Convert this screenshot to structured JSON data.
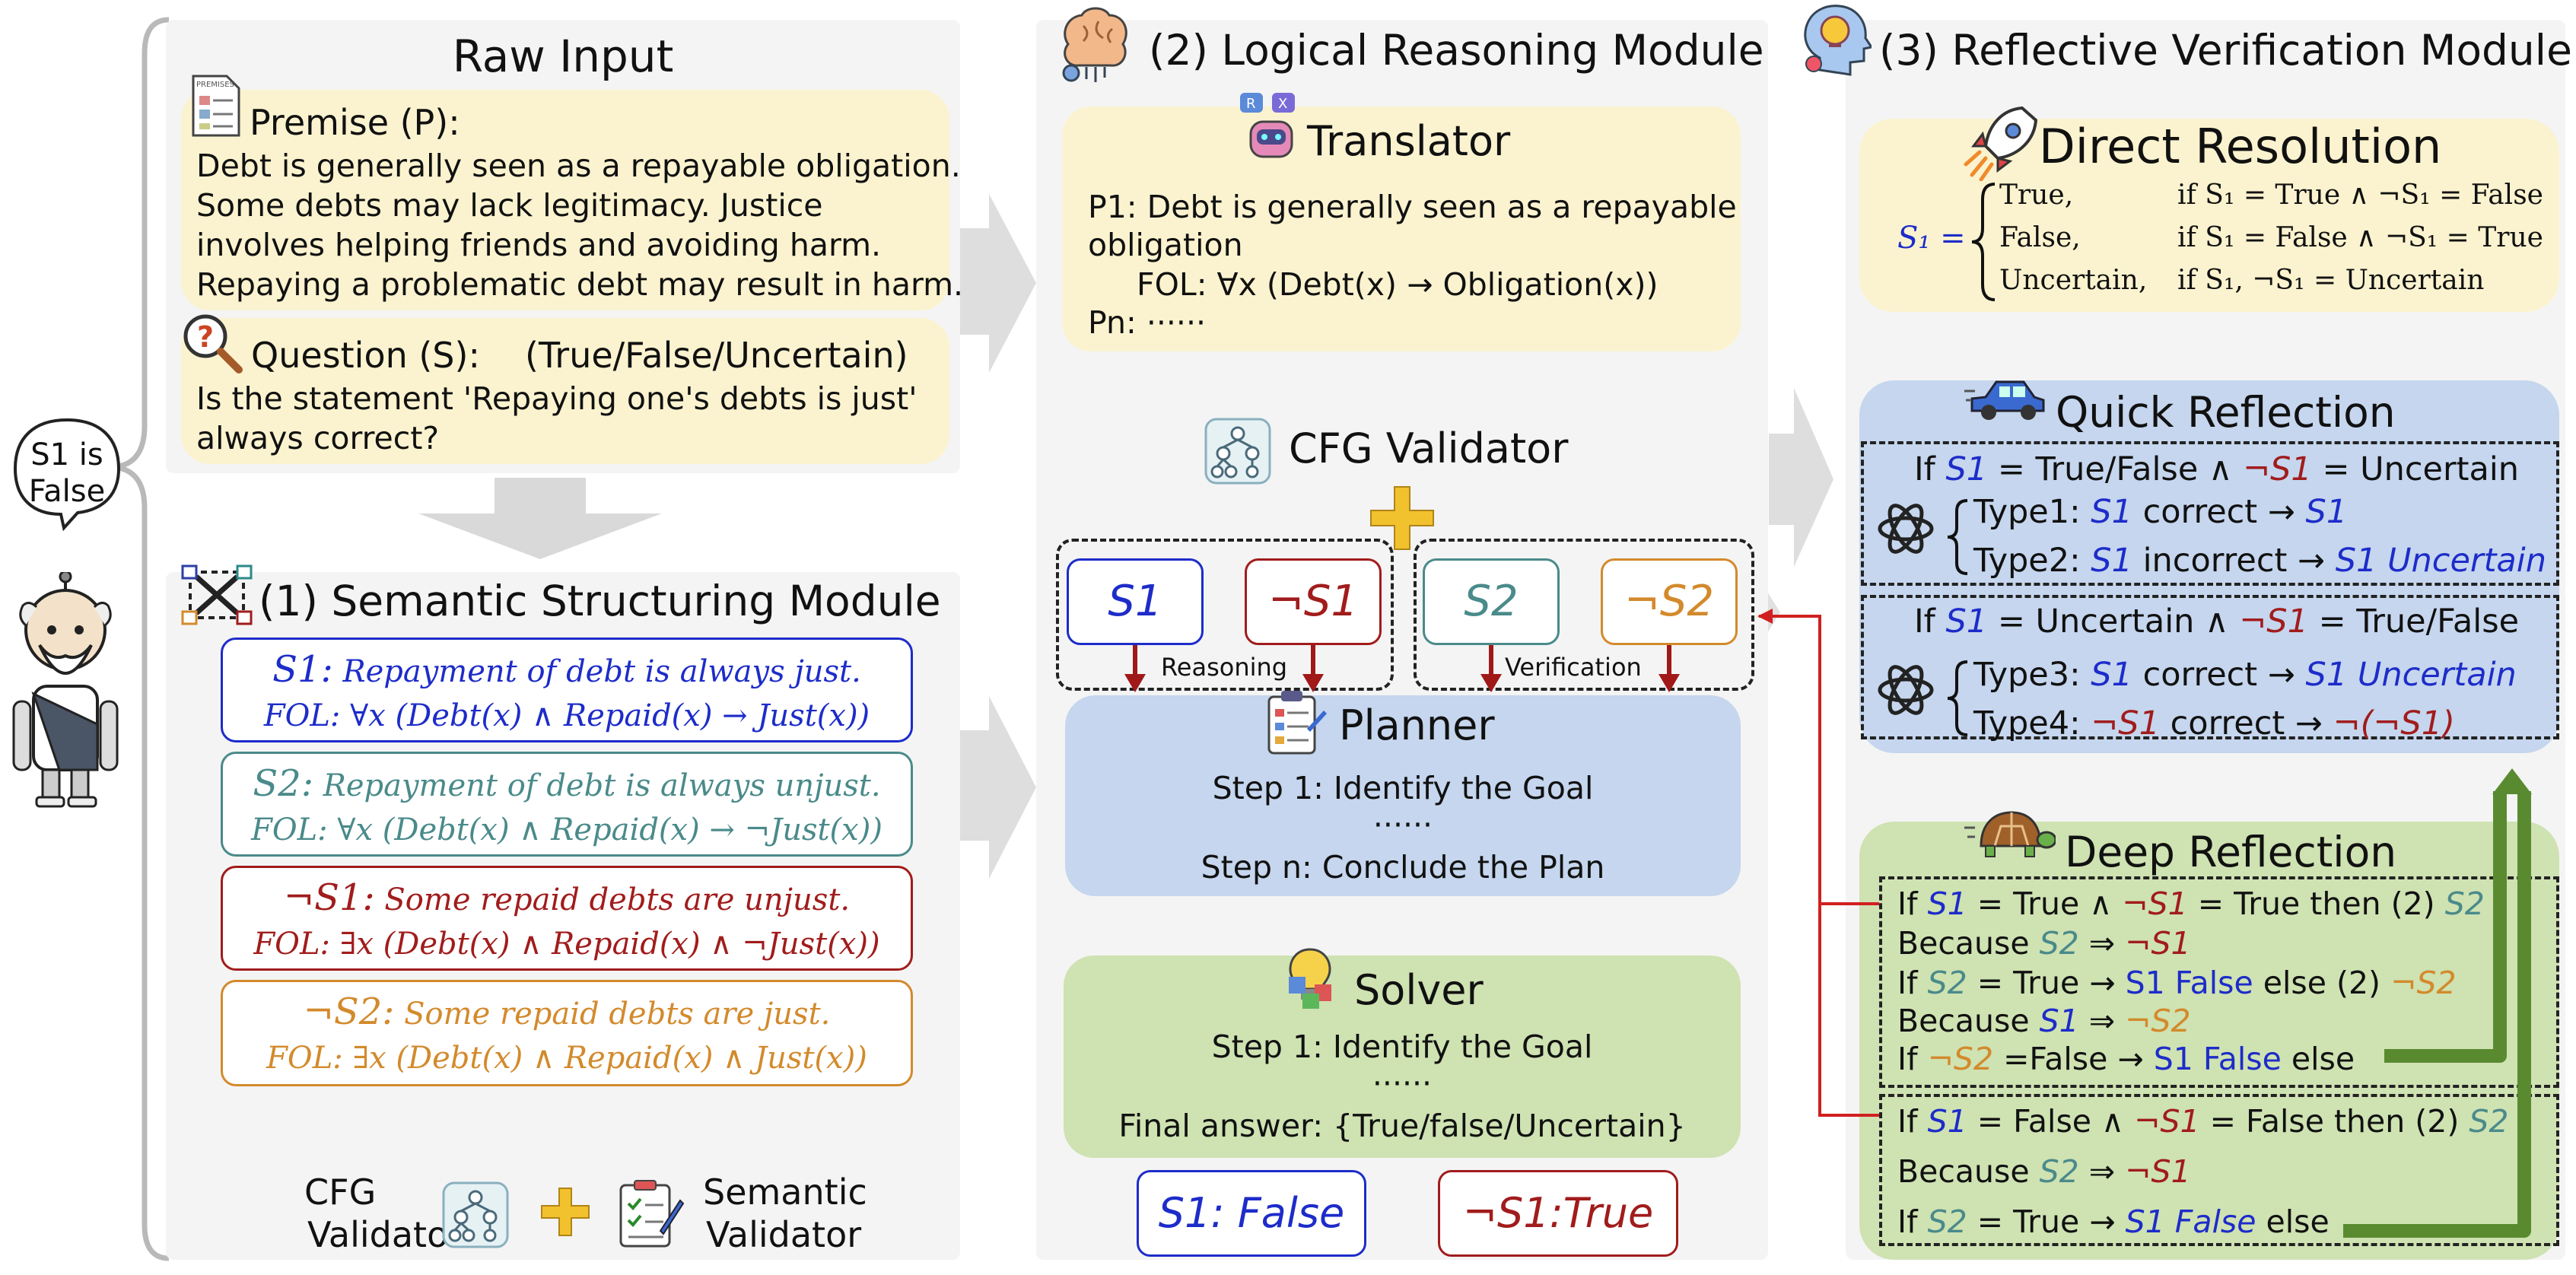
{
  "speech": {
    "line1": "S1 is",
    "line2": "False"
  },
  "raw_input": {
    "title": "Raw Input",
    "premise_label": "Premise (P):",
    "premise_icon_text": "PREMISES",
    "premise_lines": [
      "Debt is generally seen as a repayable obligation.",
      "Some debts may lack legitimacy.  Justice",
      "involves helping friends and avoiding harm.",
      "Repaying a problematic debt may result in harm."
    ],
    "question_label": "Question (S):",
    "question_options": "(True/False/Uncertain)",
    "question_lines": [
      "Is the statement 'Repaying one's debts is just'",
      "always correct?"
    ]
  },
  "semantic": {
    "title": "(1) Semantic Structuring Module",
    "boxes": [
      {
        "name": "S1:",
        "text": "Repayment of debt is always just.",
        "fol": "FOL: ∀x (Debt(x) ∧ Repaid(x) → Just(x))"
      },
      {
        "name": "S2:",
        "text": "Repayment of debt is always unjust.",
        "fol": "FOL: ∀x (Debt(x) ∧ Repaid(x) → ¬Just(x))"
      },
      {
        "name": "¬S1:",
        "text": "Some repaid debts are unjust.",
        "fol": "FOL: ∃x (Debt(x) ∧ Repaid(x) ∧ ¬Just(x))"
      },
      {
        "name": "¬S2:",
        "text": "Some repaid debts are just.",
        "fol": "FOL: ∃x (Debt(x) ∧ Repaid(x) ∧ Just(x))"
      }
    ],
    "cfg_validator": [
      "CFG",
      "Validator"
    ],
    "semantic_validator": [
      "Semantic",
      "Validator"
    ]
  },
  "logical": {
    "title": "(2) Logical Reasoning Module",
    "translator": {
      "title": "Translator",
      "lines": [
        "P1: Debt is generally seen as a repayable",
        "obligation",
        "FOL: ∀x (Debt(x) → Obligation(x))",
        "Pn: ······"
      ]
    },
    "cfg_validator": "CFG Validator",
    "chips": [
      "S1",
      "¬S1",
      "S2",
      "¬S2"
    ],
    "reasoning_label": "Reasoning",
    "verification_label": "Verification",
    "planner": {
      "title": "Planner",
      "lines": [
        "Step 1: Identify the Goal",
        "······",
        "Step n: Conclude the Plan"
      ]
    },
    "solver": {
      "title": "Solver",
      "lines": [
        "Step 1: Identify the Goal",
        "······",
        "Final answer: {True/false/Uncertain}"
      ]
    },
    "result_s1": "S1: False",
    "result_not_s1": "¬S1:True"
  },
  "reflective": {
    "title": "(3) Reflective Verification Module",
    "direct": {
      "title": "Direct Resolution",
      "lhs": "S₁ =",
      "cases": [
        {
          "value": "True,",
          "cond": "if S₁ = True ∧ ¬S₁ = False"
        },
        {
          "value": "False,",
          "cond": "if S₁ = False ∧ ¬S₁ = True"
        },
        {
          "value": "Uncertain,",
          "cond": "if S₁, ¬S₁ = Uncertain"
        }
      ]
    },
    "quick": {
      "title": "Quick Reflection",
      "cond1": {
        "a": "If ",
        "b": "S1",
        "c": " = True/False ∧ ",
        "d": "¬S1",
        "e": " = Uncertain"
      },
      "type1": {
        "a": "Type1: ",
        "b": "S1",
        "c": " correct → ",
        "d": "S1"
      },
      "type2": {
        "a": "Type2: ",
        "b": "S1",
        "c": " incorrect → ",
        "d": "S1 Uncertain"
      },
      "cond2": {
        "a": "If ",
        "b": "S1",
        "c": " =  Uncertain ∧ ",
        "d": "¬S1",
        "e": " =  True/False"
      },
      "type3": {
        "a": "Type3: ",
        "b": "S1",
        "c": " correct → ",
        "d": "S1 Uncertain"
      },
      "type4": {
        "a": "Type4: ",
        "b": "¬S1",
        "c": " correct → ",
        "d": "¬(¬S1)"
      }
    },
    "deep": {
      "title": "Deep Reflection",
      "l1": {
        "a": "If ",
        "b": "S1",
        "c": " = True ∧ ",
        "d": "¬S1",
        "e": " = True then (2) ",
        "f": "S2"
      },
      "l2": {
        "a": "Because ",
        "b": "S2",
        "c": " ⇒ ",
        "d": "¬S1"
      },
      "l3": {
        "a": "If ",
        "b": "S2",
        "c": " = True → ",
        "d": "S1 False",
        "e": " else (2) ",
        "f": "¬S2"
      },
      "l4": {
        "a": "Because ",
        "b": "S1",
        "c": " ⇒ ",
        "d": "¬S2"
      },
      "l5": {
        "a": "If ",
        "b": "¬S2",
        "c": " =False → ",
        "d": "S1 False",
        "e": " else"
      },
      "l6": {
        "a": "If ",
        "b": "S1",
        "c": " = False ∧ ",
        "d": "¬S1",
        "e": " = False then (2) ",
        "f": "S2"
      },
      "l7": {
        "a": "Because ",
        "b": "S2",
        "c": " ⇒ ",
        "d": "¬S1"
      },
      "l8": {
        "a": "If ",
        "b": "S2",
        "c": " = True → ",
        "d": "S1 False",
        "e": " else"
      }
    }
  }
}
